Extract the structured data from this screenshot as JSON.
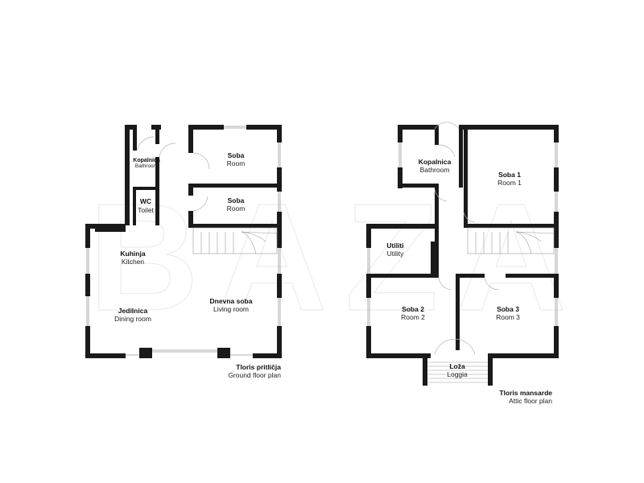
{
  "watermark": "BAZA",
  "ground_floor": {
    "title": "Tloris pritličja",
    "subtitle": "Ground floor plan",
    "rooms": [
      {
        "name": "Kopalnica",
        "sub": "Bathroom"
      },
      {
        "name": "Soba",
        "sub": "Room"
      },
      {
        "name": "WC",
        "sub": "Toilet"
      },
      {
        "name": "Soba",
        "sub": "Room"
      },
      {
        "name": "Kuhinja",
        "sub": "Kitchen"
      },
      {
        "name": "Jedilnica",
        "sub": "Dining room"
      },
      {
        "name": "Dnevna soba",
        "sub": "Living room"
      }
    ]
  },
  "attic_floor": {
    "title": "Tloris mansarde",
    "subtitle": "Attic floor plan",
    "rooms": [
      {
        "name": "Kopalnica",
        "sub": "Bathroom"
      },
      {
        "name": "Soba 1",
        "sub": "Room 1"
      },
      {
        "name": "Utiliti",
        "sub": "Utility"
      },
      {
        "name": "Soba 2",
        "sub": "Room 2"
      },
      {
        "name": "Soba 3",
        "sub": "Room 3"
      },
      {
        "name": "Loža",
        "sub": "Loggia"
      }
    ]
  }
}
